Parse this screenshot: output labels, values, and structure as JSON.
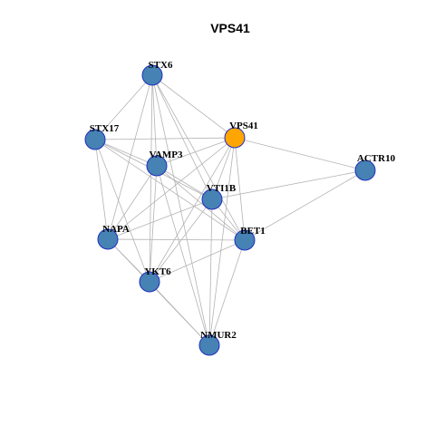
{
  "title": "VPS41",
  "colors": {
    "default_node": "#4682b4",
    "highlight_node": "#ffa500",
    "node_border": "#1f2fbf",
    "edge": "#b3b3b3"
  },
  "nodes": [
    {
      "id": "STX6",
      "label": "STX6",
      "highlight": false
    },
    {
      "id": "STX17",
      "label": "STX17",
      "highlight": false
    },
    {
      "id": "VPS41",
      "label": "VPS41",
      "highlight": true
    },
    {
      "id": "VAMP3",
      "label": "VAMP3",
      "highlight": false
    },
    {
      "id": "ACTR10",
      "label": "ACTR10",
      "highlight": false
    },
    {
      "id": "VTI1B",
      "label": "VTI1B",
      "highlight": false
    },
    {
      "id": "NAPA",
      "label": "NAPA",
      "highlight": false
    },
    {
      "id": "BET1",
      "label": "BET1",
      "highlight": false
    },
    {
      "id": "YKT6",
      "label": "YKT6",
      "highlight": false
    },
    {
      "id": "NMUR2",
      "label": "NMUR2",
      "highlight": false
    }
  ],
  "edges": [
    [
      "STX6",
      "VPS41"
    ],
    [
      "STX6",
      "STX17"
    ],
    [
      "STX6",
      "VAMP3"
    ],
    [
      "STX6",
      "VTI1B"
    ],
    [
      "STX6",
      "BET1"
    ],
    [
      "STX6",
      "YKT6"
    ],
    [
      "STX6",
      "NAPA"
    ],
    [
      "STX6",
      "NMUR2"
    ],
    [
      "STX17",
      "VPS41"
    ],
    [
      "STX17",
      "VAMP3"
    ],
    [
      "STX17",
      "VTI1B"
    ],
    [
      "STX17",
      "BET1"
    ],
    [
      "STX17",
      "YKT6"
    ],
    [
      "STX17",
      "NAPA"
    ],
    [
      "VPS41",
      "ACTR10"
    ],
    [
      "VPS41",
      "VAMP3"
    ],
    [
      "VPS41",
      "VTI1B"
    ],
    [
      "VPS41",
      "BET1"
    ],
    [
      "VPS41",
      "YKT6"
    ],
    [
      "VPS41",
      "NAPA"
    ],
    [
      "VPS41",
      "NMUR2"
    ],
    [
      "VAMP3",
      "VTI1B"
    ],
    [
      "VAMP3",
      "BET1"
    ],
    [
      "VAMP3",
      "YKT6"
    ],
    [
      "VAMP3",
      "NAPA"
    ],
    [
      "VAMP3",
      "NMUR2"
    ],
    [
      "ACTR10",
      "VTI1B"
    ],
    [
      "ACTR10",
      "BET1"
    ],
    [
      "VTI1B",
      "BET1"
    ],
    [
      "VTI1B",
      "YKT6"
    ],
    [
      "VTI1B",
      "NAPA"
    ],
    [
      "VTI1B",
      "NMUR2"
    ],
    [
      "NAPA",
      "BET1"
    ],
    [
      "NAPA",
      "YKT6"
    ],
    [
      "NAPA",
      "NMUR2"
    ],
    [
      "BET1",
      "YKT6"
    ],
    [
      "BET1",
      "NMUR2"
    ],
    [
      "YKT6",
      "NMUR2"
    ]
  ]
}
